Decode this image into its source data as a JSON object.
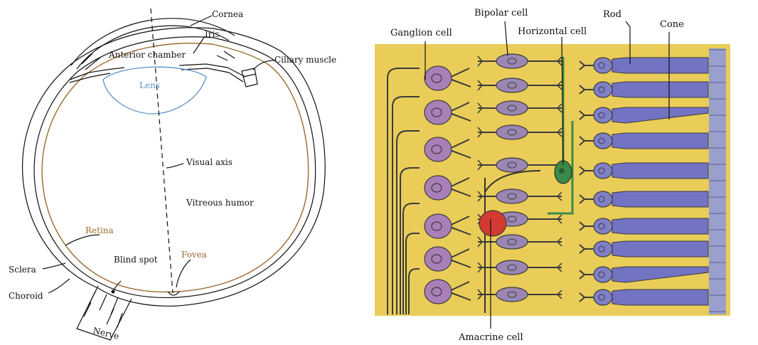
{
  "eye": {
    "labels": {
      "cornea": "Cornea",
      "iris": "Iris",
      "anterior_chamber": "Anterior chamber",
      "ciliary_muscle": "Ciliary  muscle",
      "lens": "Lens",
      "visual_axis": "Visual axis",
      "vitreous_humor": "Vitreous humor",
      "retina": "Retina",
      "sclera": "Sclera",
      "blind_spot": "Blind spot",
      "fovea": "Fovea",
      "choroid": "Choroid",
      "nerve": "Nerve"
    }
  },
  "retina_layers": {
    "labels": {
      "bipolar_cell": "Bipolar cell",
      "ganglion_cell": "Ganglion cell",
      "horizontal_cell": "Horizontal cell",
      "rod": "Rod",
      "cone": "Cone",
      "amacrine_cell": "Amacrine cell"
    }
  },
  "colors": {
    "background_yellow": "#e9cd58",
    "ganglion_purple": "#a97fb8",
    "rod_blue": "#7373c4",
    "horizontal_green": "#3a8a4a",
    "amacrine_red": "#d33a32",
    "lens_blue": "#5b93c7",
    "retina_brown": "#9a6a2e"
  }
}
